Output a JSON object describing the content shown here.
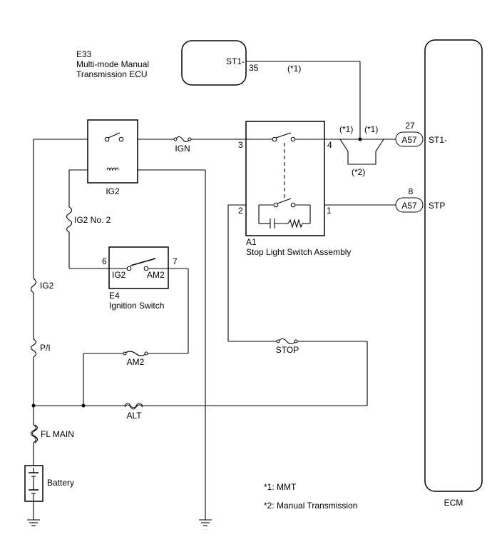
{
  "components": {
    "ecu": {
      "code": "E33",
      "name_line1": "Multi-mode Manual",
      "name_line2": "Transmission ECU",
      "pin_name": "ST1-",
      "pin_number": "35"
    },
    "ig2_relay": {
      "label": "IG2"
    },
    "stop_light_switch": {
      "code": "A1",
      "name": "Stop Light Switch Assembly",
      "pin1": "1",
      "pin2": "2",
      "pin3": "3",
      "pin4": "4"
    },
    "ignition_switch": {
      "code": "E4",
      "name": "Ignition Switch",
      "pin6": "6",
      "pin7": "7",
      "term_ig2": "IG2",
      "term_am2": "AM2"
    },
    "ecm": {
      "label": "ECM",
      "connector1": "A57",
      "pin1_number": "27",
      "pin1_name": "ST1-",
      "connector2": "A57",
      "pin2_number": "8",
      "pin2_name": "STP"
    },
    "battery": {
      "label": "Battery"
    }
  },
  "fuses": {
    "ign": "IGN",
    "ig2_no2": "IG2 No. 2",
    "ig2": "IG2",
    "pi": "P/I",
    "am2": "AM2",
    "stop": "STOP",
    "alt": "ALT",
    "fl_main": "FL MAIN"
  },
  "annotations": {
    "ecu_wire_note": "(*1)",
    "junction_left": "(*1)",
    "junction_right": "(*1)",
    "junction_bottom": "(*2)"
  },
  "notes": {
    "note1": "*1: MMT",
    "note2": "*2: Manual Transmission"
  }
}
